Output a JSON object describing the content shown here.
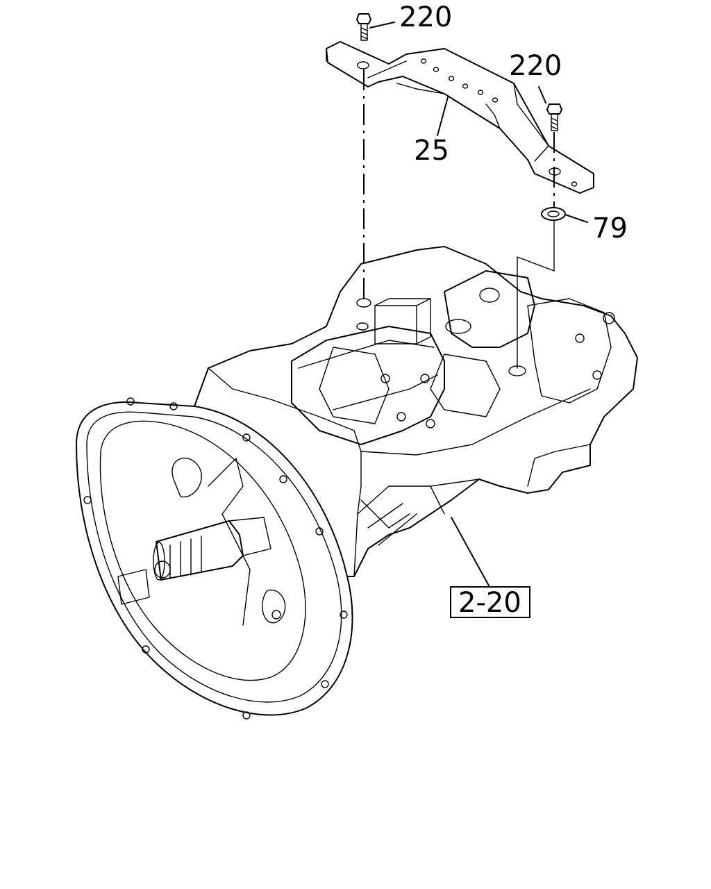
{
  "callouts": {
    "bolt_left": "220",
    "bolt_right": "220",
    "bracket": "25",
    "washer": "79",
    "assembly_ref": "2-20"
  },
  "colors": {
    "line": "#000000",
    "background": "#ffffff"
  },
  "icons": {
    "bolt": "hex-bolt",
    "washer": "flat-washer",
    "bracket": "support-bracket",
    "transmission": "transmission-assembly"
  }
}
